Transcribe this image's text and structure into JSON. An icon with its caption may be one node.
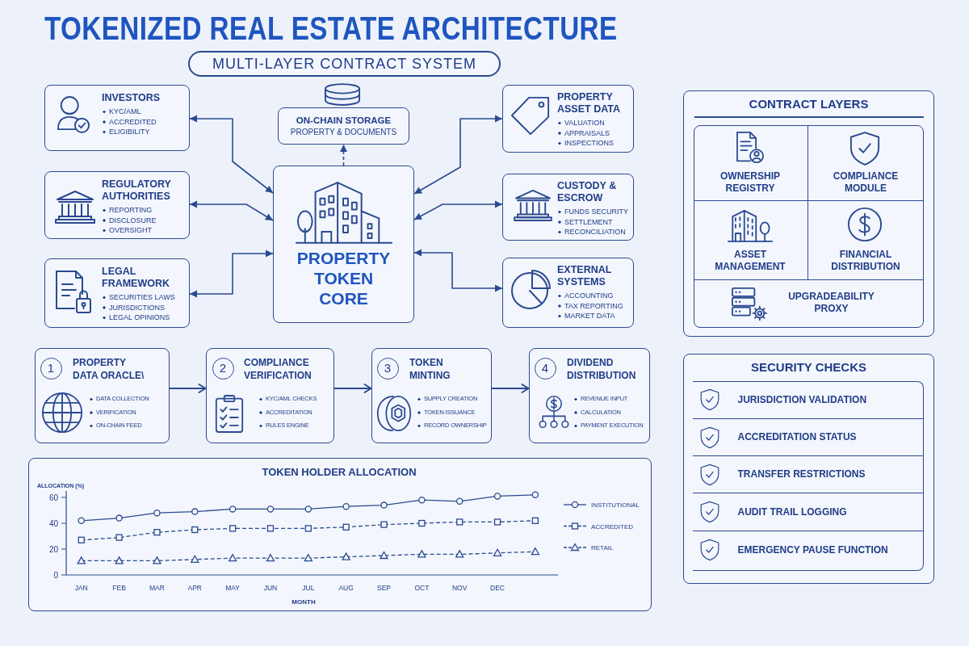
{
  "diagram": {
    "title": "TOKENIZED REAL ESTATE ARCHITECTURE",
    "nodes": [
      {
        "text": [
          "MULTI-LAYER CONTRACT SYSTEM"
        ]
      },
      {
        "text": [
          "INVESTORS",
          "KYC/AML",
          "ACCREDITED",
          "ELIGIBILITY"
        ]
      },
      {
        "text": [
          "ON-CHAIN STORAGE",
          "PROPERTY & DOCUMENTS"
        ]
      },
      {
        "text": [
          "PROPERTY ASSET DATA",
          "VALUATION",
          "APPRAISALS",
          "INSPECTIONS"
        ]
      },
      {
        "text": [
          "REGULATORY AUTHORITIES",
          "REPORTING",
          "DISCLOSURE",
          "OVERSIGHT"
        ]
      },
      {
        "text": [
          "PROPERTY TOKEN CORE"
        ]
      },
      {
        "text": [
          "CUSTODY & ESCROW",
          "FUNDS SECURITY",
          "SETTLEMENT",
          "RECONCILIATION"
        ]
      },
      {
        "text": [
          "LEGAL FRAMEWORK",
          "SECURITIES LAWS",
          "JURISDICTIONS",
          "LEGAL OPINIONS"
        ]
      },
      {
        "text": [
          "EXTERNAL SYSTEMS",
          "ACCOUNTING",
          "TAX REPORTING",
          "MARKET DATA"
        ]
      },
      {
        "text": [
          "CONTRACT LAYERS"
        ]
      },
      {
        "text": [
          "OWNERSHIP REGISTRY"
        ],
        "in": 9
      },
      {
        "text": [
          "COMPLIANCE MODULE"
        ],
        "in": 9
      },
      {
        "text": [
          "ASSET MANAGEMENT"
        ],
        "in": 9
      },
      {
        "text": [
          "FINANCIAL DISTRIBUTION"
        ],
        "in": 9
      },
      {
        "text": [
          "UPGRADEABILITY PROXY"
        ],
        "in": 9
      },
      {
        "text": [
          "PROPERTY DATA ORACLE\\",
          "DATA COLLECTION",
          "VERIFICATION",
          "ON-CHAIN FEED"
        ]
      },
      {
        "text": [
          "1"
        ],
        "in": 15
      },
      {
        "text": [
          "COMPLIANCE VERIFICATION",
          "KYC/AML CHECKS",
          "ACCREDITATION",
          "RULES ENGINE"
        ]
      },
      {
        "text": [
          "2"
        ],
        "in": 17
      },
      {
        "text": [
          "TOKEN MINTING",
          "SUPPLY CREATION",
          "TOKEN ISSUANCE",
          "RECORD OWNERSHIP"
        ]
      },
      {
        "text": [
          "3"
        ],
        "in": 19
      },
      {
        "text": [
          "DIVIDEND DISTRIBUTION",
          "REVENUE INPUT",
          "CALCULATION",
          "PAYMENT EXECUTION"
        ]
      },
      {
        "text": [
          "4"
        ],
        "in": 21
      },
      {
        "text": [
          "SECURITY CHECKS"
        ]
      },
      {
        "text": [
          "JURISDICTION VALIDATION"
        ],
        "in": 23
      },
      {
        "text": [
          "ACCREDITATION STATUS"
        ],
        "in": 23
      },
      {
        "text": [
          "TRANSFER RESTRICTIONS"
        ],
        "in": 23
      },
      {
        "text": [
          "AUDIT TRAIL LOGGING"
        ],
        "in": 23
      },
      {
        "text": [
          "EMERGENCY PAUSE FUNCTION"
        ],
        "in": 23
      }
    ],
    "edges": [
      {
        "from": 5,
        "to": 2,
        "arrow": "to",
        "style": "dashed"
      },
      {
        "from": 1,
        "to": 5,
        "arrow": "both"
      },
      {
        "from": 4,
        "to": 5,
        "arrow": "both"
      },
      {
        "from": 7,
        "to": 5,
        "arrow": "both"
      },
      {
        "from": 3,
        "to": 5,
        "arrow": "both"
      },
      {
        "from": 6,
        "to": 5,
        "arrow": "both"
      },
      {
        "from": 8,
        "to": 5,
        "arrow": "both"
      },
      {
        "from": 15,
        "to": 17,
        "arrow": "to"
      },
      {
        "from": 17,
        "to": 19,
        "arrow": "to"
      },
      {
        "from": 19,
        "to": 21,
        "arrow": "to"
      }
    ],
    "chart_data": {
      "type": "line",
      "title": "TOKEN HOLDER ALLOCATION",
      "xlabel": "MONTH",
      "ylabel": "ALLOCATION (%)",
      "categories": [
        "JAN",
        "FEB",
        "MAR",
        "APR",
        "MAY",
        "JUN",
        "JUL",
        "AUG",
        "SEP",
        "OCT",
        "NOV",
        "DEC",
        null
      ],
      "series": [
        {
          "name": "INSTITUTIONAL",
          "color": "#2b4a91",
          "line_style": "solid",
          "marker": "circle",
          "values": [
            42,
            44,
            48,
            49,
            51,
            51,
            51,
            53,
            54,
            58,
            57,
            61,
            62
          ]
        },
        {
          "name": "ACCREDITED",
          "color": "#2b4a91",
          "line_style": "dashed",
          "marker": "square",
          "values": [
            27,
            29,
            33,
            35,
            36,
            36,
            36,
            37,
            39,
            40,
            41,
            41,
            42
          ]
        },
        {
          "name": "RETAIL",
          "color": "#2b4a91",
          "line_style": "dashed",
          "marker": "triangle",
          "values": [
            11,
            11,
            11,
            12,
            13,
            13,
            13,
            14,
            15,
            16,
            16,
            17,
            18
          ]
        }
      ],
      "ylim": [
        0,
        65
      ],
      "yticks": [
        0,
        20,
        40,
        60
      ],
      "legend": true
    }
  }
}
